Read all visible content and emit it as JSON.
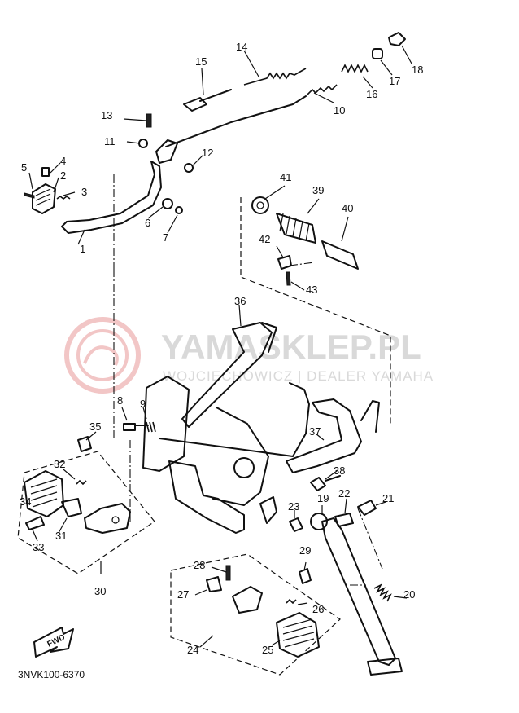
{
  "diagram": {
    "code": "3NVK100-6370",
    "fwd_label": "FWD",
    "watermark": {
      "title": "YAMASKLEP.PL",
      "subtitle": "WOJCIECHOWICZ | DEALER YAMAHA"
    },
    "callouts": [
      "1",
      "2",
      "3",
      "4",
      "5",
      "6",
      "7",
      "8",
      "9",
      "10",
      "11",
      "12",
      "13",
      "14",
      "15",
      "16",
      "17",
      "18",
      "19",
      "20",
      "21",
      "22",
      "23",
      "24",
      "25",
      "26",
      "27",
      "28",
      "29",
      "30",
      "31",
      "32",
      "33",
      "34",
      "35",
      "36",
      "37",
      "38",
      "39",
      "40",
      "41",
      "42",
      "43"
    ]
  }
}
